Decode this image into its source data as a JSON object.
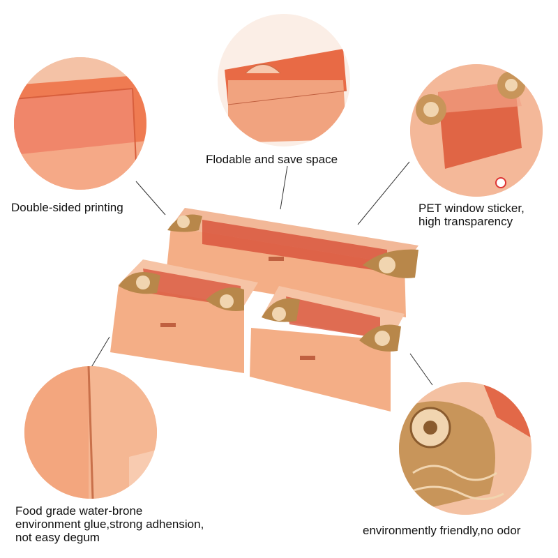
{
  "callouts": {
    "double_sided": "Double-sided printing",
    "foldable": "Flodable and save space",
    "pet_window": "PET window sticker,\nhigh transparency",
    "food_grade": "Food grade water-brone\nenvironment glue,strong adhension,\nnot easy degum",
    "eco": "environmently friendly,no odor"
  },
  "colors": {
    "box_face": "#f4ae86",
    "box_shade": "#e7956c",
    "box_inner": "#ef6f4a",
    "window_red": "#d9563d",
    "ornament_gold": "#b8874a"
  }
}
